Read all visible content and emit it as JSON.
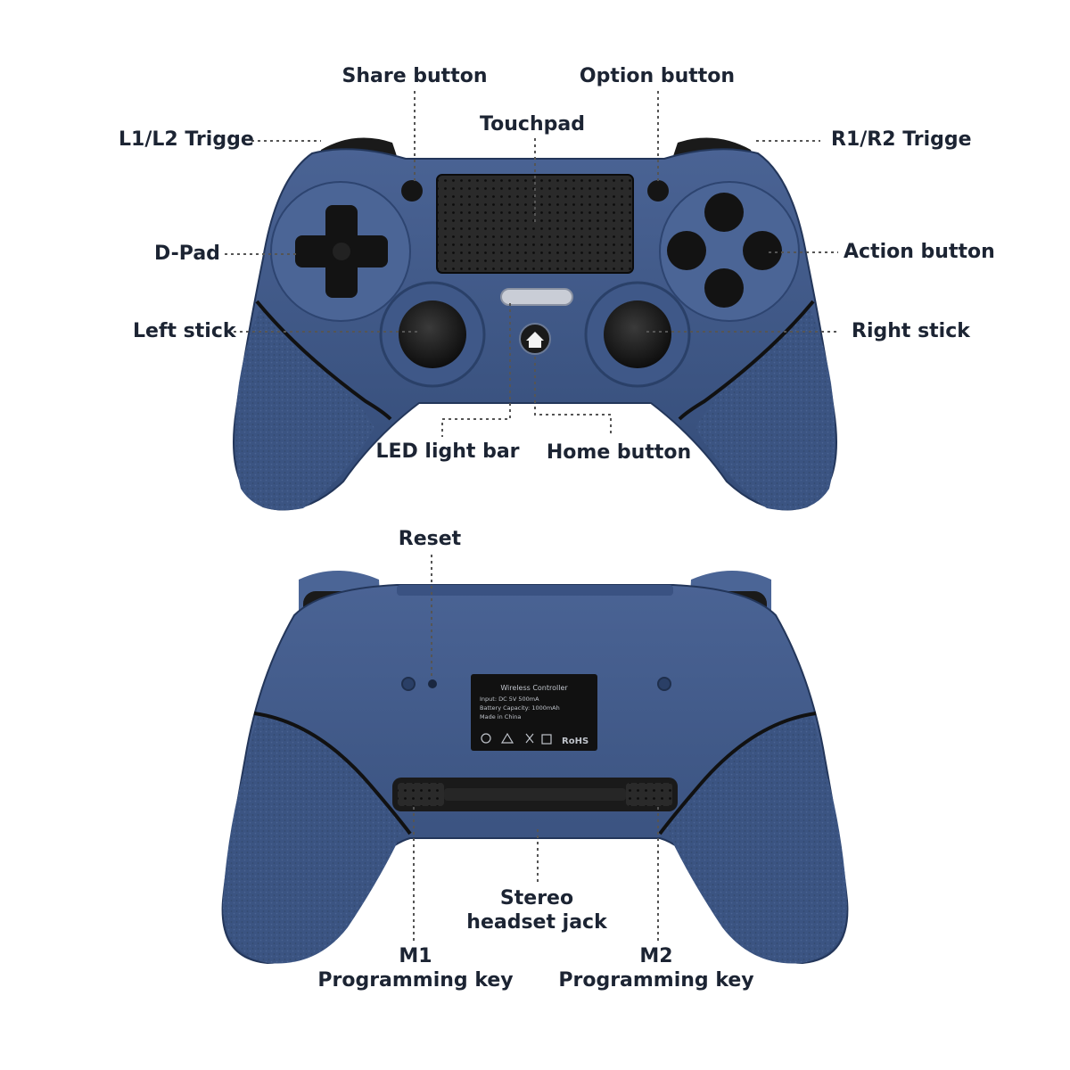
{
  "palette": {
    "body": "#3a5380",
    "body_light": "#5570a0",
    "body_dark": "#24375a",
    "grip": "#3b5482",
    "black": "#141414",
    "leader": "#555555",
    "text": "#1c2433"
  },
  "front_labels": {
    "share": "Share button",
    "option": "Option button",
    "touchpad": "Touchpad",
    "l1l2": "L1/L2 Trigge",
    "r1r2": "R1/R2 Trigge",
    "dpad": "D-Pad",
    "action": "Action button",
    "left_stick": "Left stick",
    "right_stick": "Right stick",
    "led": "LED light bar",
    "home": "Home button"
  },
  "back_labels": {
    "reset": "Reset",
    "stereo_line1": "Stereo",
    "stereo_line2": "headset jack",
    "m1_line1": "M1",
    "m1_line2": "Programming key",
    "m2_line1": "M2",
    "m2_line2": "Programming key"
  },
  "device_label": {
    "line1": "Wireless Controller",
    "line2": "Input: DC 5V  500mA",
    "line3": "Battery Capacity: 1000mAh",
    "line4": "Made in China",
    "rohs": "RoHS"
  },
  "icons": {
    "home": "house-icon"
  }
}
